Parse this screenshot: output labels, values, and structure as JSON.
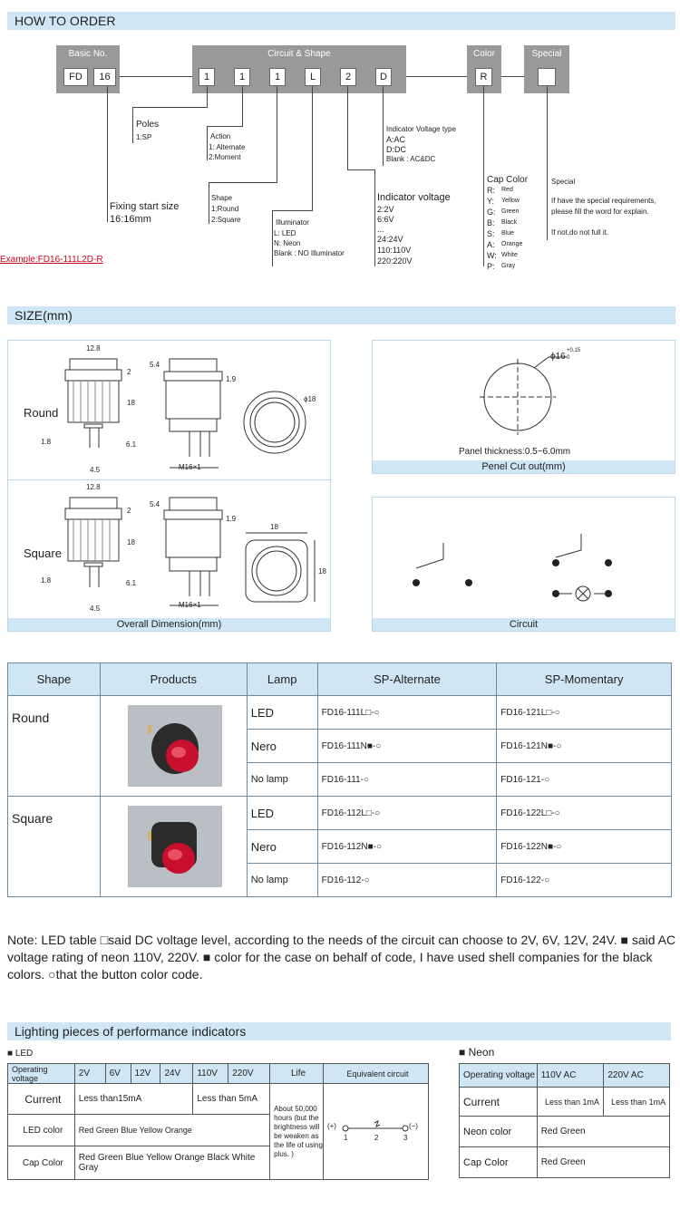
{
  "how_to_order": {
    "title": "HOW TO ORDER",
    "basic_no": {
      "label": "Basic No.",
      "cells": [
        "FD",
        "16"
      ]
    },
    "circuit_shape": {
      "label": "Circuit & Shape",
      "cells": [
        "1",
        "1",
        "1",
        "L",
        "2",
        "D"
      ]
    },
    "color": {
      "label": "Color",
      "cell": "R"
    },
    "special": {
      "label": "Special",
      "cell": ""
    },
    "poles": {
      "title": "Poles",
      "lines": [
        "1:SP"
      ]
    },
    "action": {
      "title": "Action",
      "lines": [
        "1: Alternate",
        "2:Moment"
      ]
    },
    "shape": {
      "title": "Shape",
      "lines": [
        "1:Round",
        "2:Square"
      ]
    },
    "illuminator": {
      "title": "Illuminator",
      "lines": [
        "L: LED",
        "N: Neon",
        "Blank : NO Illuminator"
      ]
    },
    "fixing": {
      "title": "Fixing start size",
      "lines": [
        "16:16mm"
      ]
    },
    "voltage_type": {
      "title": "Indicator Voltage type",
      "lines": [
        "A:AC",
        "D:DC",
        "Blank : AC&DC"
      ]
    },
    "indicator_voltage": {
      "title": "Indicator voltage",
      "lines": [
        "2:2V",
        "6:6V",
        "...",
        "24:24V",
        "110:110V",
        "220:220V"
      ]
    },
    "cap_color": {
      "title": "Cap Color",
      "codes": [
        "R:",
        "Y:",
        "G:",
        "B:",
        "S:",
        "A:",
        "W:",
        "P:"
      ],
      "names": [
        "Red",
        "Yellow",
        "Green",
        "Black",
        "Blue",
        "Orange",
        "White",
        "Gray"
      ]
    },
    "special_note": {
      "title": "Special",
      "lines": [
        "If have the special requirements,",
        "please fill the word for explain."
      ],
      "line3": "If not,do not full it."
    },
    "example": "Example:FD16-111L2D-R"
  },
  "size": {
    "title": "SIZE(mm)",
    "round_label": "Round",
    "square_label": "Square",
    "overall_caption": "Overall Dimension(mm)",
    "dims": {
      "d12_8": "12.8",
      "d5_4": "5.4",
      "d2": "2",
      "d18": "18",
      "d1_8": "1.8",
      "d6_1": "6.1",
      "d4_5": "4.5",
      "d1_9": "1.9",
      "m16": "M16×1",
      "phi18": "ϕ18",
      "d1_9b": "1.9"
    },
    "panel_dim": "ϕ16",
    "panel_tol": "+0.15",
    "panel_tol2": "0",
    "panel_thickness": "Panel thickness:0.5~6.0mm",
    "panel_caption": "Penel Cut out(mm)",
    "circuit_caption": "Circuit"
  },
  "products": {
    "headers": [
      "Shape",
      "Products",
      "Lamp",
      "SP-Alternate",
      "SP-Momentary"
    ],
    "groups": [
      {
        "shape": "Round",
        "rows": [
          {
            "lamp": "LED",
            "alt": "FD16-111L□-○",
            "mom": "FD16-121L□-○"
          },
          {
            "lamp": "Nero",
            "alt": "FD16-111N■-○",
            "mom": "FD16-121N■-○"
          },
          {
            "lamp": "No lamp",
            "alt": "FD16-111-○",
            "mom": "FD16-121-○"
          }
        ]
      },
      {
        "shape": "Square",
        "rows": [
          {
            "lamp": "LED",
            "alt": "FD16-112L□-○",
            "mom": "FD16-122L□-○"
          },
          {
            "lamp": "Nero",
            "alt": "FD16-112N■-○",
            "mom": "FD16-122N■-○"
          },
          {
            "lamp": "No lamp",
            "alt": "FD16-112-○",
            "mom": "FD16-122-○"
          }
        ]
      }
    ]
  },
  "note": "Note: LED table □said DC voltage level, according to the needs of the circuit can choose to 2V, 6V, 12V, 24V. ■ said AC voltage rating  of neon 110V, 220V. ■ color for the case on behalf of code, I have used shell companies for the black colors. ○that the button color code.",
  "lighting": {
    "title": "Lighting pieces of performance indicators",
    "led_label": "■ LED",
    "led_table": {
      "op_label": "Operating voltage",
      "voltages": [
        "2V",
        "6V",
        "12V",
        "24V",
        "110V",
        "220V"
      ],
      "life_label": "Life",
      "eq_label": "Equivalent circuit",
      "current_label": "Current",
      "current_low": "Less than15mA",
      "current_high": "Less than 5mA",
      "life_text": "About 50,000 hours (but the brightness will be weaken as the life of using plus. )",
      "led_color_label": "LED color",
      "led_colors": "Red  Green  Blue  Yellow  Orange",
      "cap_color_label": "Cap Color",
      "cap_colors": "Red  Green  Blue  Yellow  Orange  Black  White  Gray",
      "eq_plus": "(+)",
      "eq_minus": "(−)",
      "eq_n1": "1",
      "eq_n2": "2",
      "eq_n3": "3"
    },
    "neon_label": "■ Neon",
    "neon_table": {
      "op_label": "Operating voltage",
      "v1": "110V AC",
      "v2": "220V AC",
      "current_label": "Current",
      "c1": "Less than 1mA",
      "c2": "Less than 1mA",
      "neon_color_label": "Neon color",
      "neon_colors": "Red  Green",
      "cap_color_label": "Cap Color",
      "cap_colors": "Red  Green"
    }
  },
  "colors": {
    "accent": "#cfe6f4",
    "code_box": "#999999",
    "example": "#d0021b",
    "product_red": "#c8102e"
  }
}
